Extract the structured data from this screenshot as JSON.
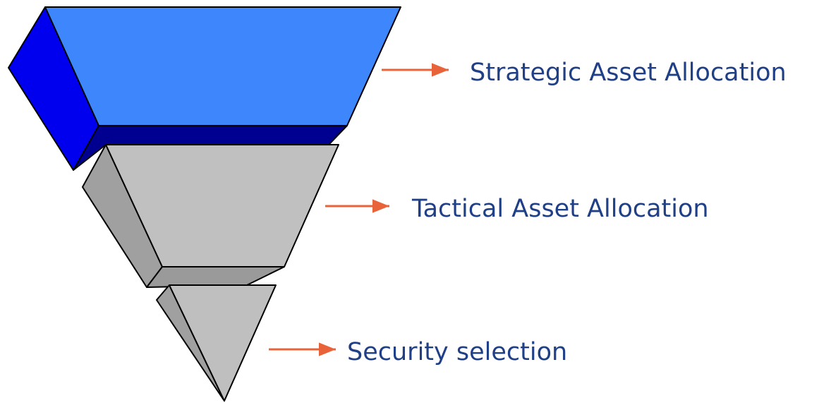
{
  "diagram": {
    "levels": [
      {
        "label": "Strategic Asset Allocation"
      },
      {
        "label": "Tactical Asset Allocation"
      },
      {
        "label": "Security selection"
      }
    ]
  },
  "colors": {
    "top_face_front": "#3e86fc",
    "top_face_side": "#0000ee",
    "top_face_bottom": "#000090",
    "middle_face_front": "#c0c0c0",
    "middle_face_side": "#a0a0a0",
    "middle_face_bottom": "#9a9a9a",
    "bottom_face_front": "#bfbfbf",
    "bottom_face_side": "#a0a0a0",
    "arrow": "#e8633a",
    "label_text": "#1f3f86",
    "outline": "#000000"
  }
}
